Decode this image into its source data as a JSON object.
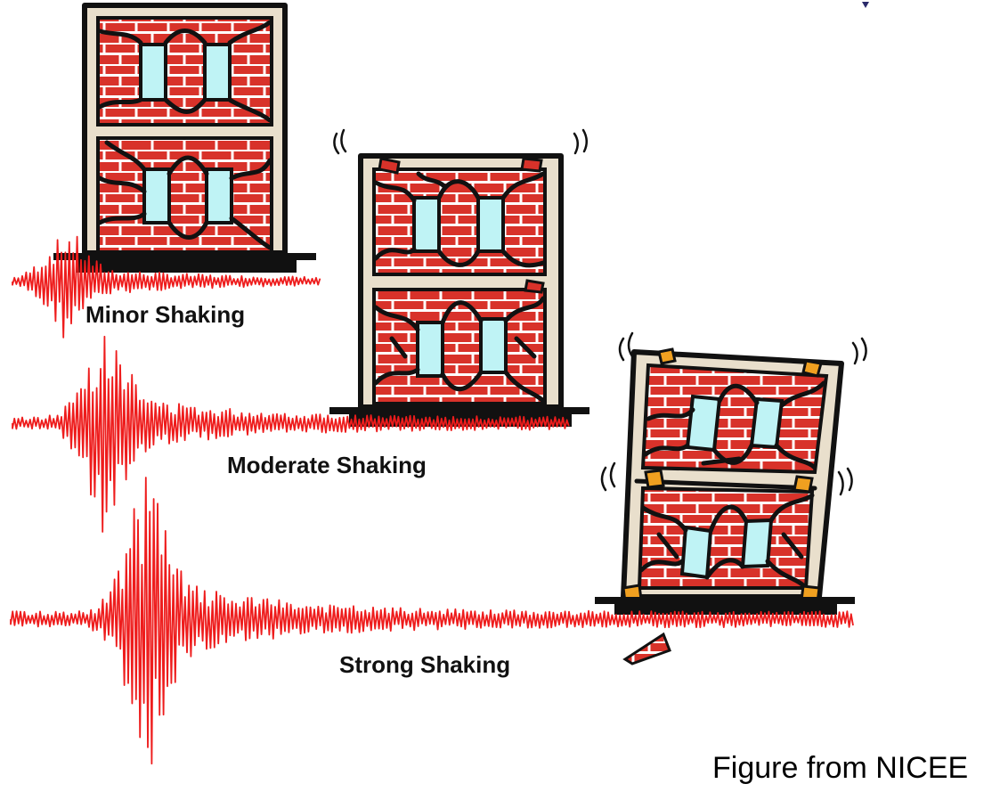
{
  "labels": {
    "minor": "Minor Shaking",
    "moderate": "Moderate Shaking",
    "strong": "Strong Shaking"
  },
  "credit": "Figure from NICEE",
  "colors": {
    "brick": "#d8322a",
    "mortar": "#ffffff",
    "frame": "#e9dfcc",
    "window": "#bff3f5",
    "seismogram": "#ee1c1c",
    "hinge_moderate": "#d8322a",
    "hinge_strong": "#f0a020"
  },
  "icons": [
    "building-minor-damage",
    "building-moderate-damage",
    "building-severe-damage",
    "seismogram",
    "vibration-marks"
  ]
}
